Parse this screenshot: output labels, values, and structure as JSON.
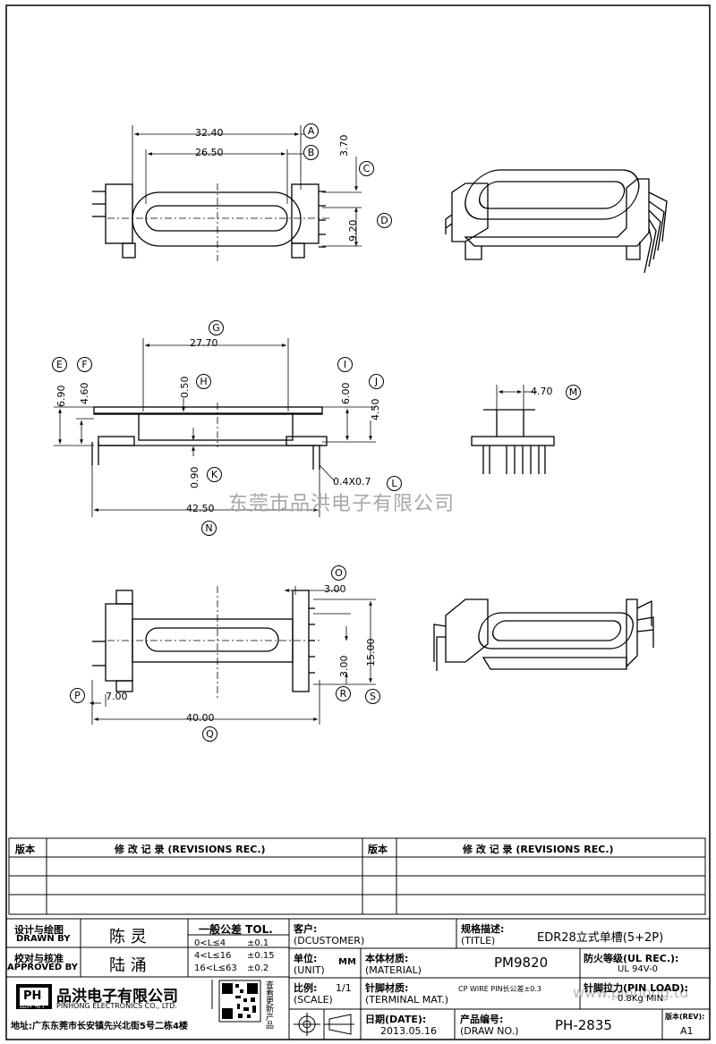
{
  "dims": {
    "a": "32.40",
    "b": "26.50",
    "c": "3.70",
    "d": "9.20",
    "g": "27.70",
    "e": "6.90",
    "f": "4.60",
    "h": "0.50",
    "i": "6.00",
    "j": "4.50",
    "k": "0.90",
    "l": "0.4X0.7",
    "n": "42.50",
    "m": "4.70",
    "o": "3.00",
    "r": "3.00",
    "s": "15.00",
    "p": "7.00",
    "q": "40.00"
  },
  "markers": [
    "A",
    "B",
    "C",
    "D",
    "E",
    "F",
    "G",
    "H",
    "I",
    "J",
    "K",
    "L",
    "M",
    "N",
    "O",
    "P",
    "Q",
    "R",
    "S"
  ],
  "watermark": "东莞市品洪电子有限公司",
  "watermark_url": "www.pinhong.td",
  "revisions": {
    "col1": "版本",
    "col2": "修 改 记 录 (REVISIONS REC.)",
    "col3": "版本",
    "col4": "修 改 记 录 (REVISIONS REC.)"
  },
  "title_block": {
    "drawn_by_label": "设计与绘图",
    "drawn_by_label_en": "DRAWN BY",
    "drawn_by": "陈 灵",
    "approved_by_label": "校对与核准",
    "approved_by_label_en": "APPROVED BY",
    "approved_by": "陆 涌",
    "tol_title": "一般公差 TOL.",
    "tol_rows": [
      {
        "range": "0<L≤4",
        "tol": "±0.1"
      },
      {
        "range": "4<L≤16",
        "tol": "±0.15"
      },
      {
        "range": "16<L≤63",
        "tol": "±0.2"
      }
    ],
    "customer_label": "客户:",
    "customer_label_en": "(DCUSTOMER)",
    "spec_label": "规格描述:",
    "spec_label_en": "(TITLE)",
    "spec_value": "EDR28立式单槽(5+2P)",
    "unit_label": "单位:",
    "unit_label_en": "(UNIT)",
    "unit_value": "MM",
    "material_label": "本体材质:",
    "material_label_en": "(MATERIAL)",
    "material_value": "PM9820",
    "fire_label": "防火等级(UL REC.):",
    "fire_value": "UL 94V-0",
    "scale_label": "比例:",
    "scale_label_en": "(SCALE)",
    "scale_value": "1/1",
    "terminal_label": "针脚材质:",
    "terminal_label_en": "(TERMINAL MAT.)",
    "terminal_value": "CP WIRE PIN长公差±0.3",
    "pin_load_label": "针脚拉力(PIN LOAD):",
    "pin_load_value": "0.8Kg MIN",
    "date_label": "日期(DATE):",
    "date_value": "2013.05.16",
    "draw_no_label": "产品编号:",
    "draw_no_label_en": "(DRAW NO.)",
    "draw_no_value": "PH-2835",
    "rev_label": "版本(REV):",
    "rev_value": "A1",
    "company_cn": "品洪电子有限公司",
    "company_en": "PINHONG ELECTRONICS CO., LTD.",
    "address": "地址:广东东莞市长安镇先兴北街5号二栋4楼",
    "logo": "PH",
    "logo_sub": "品洪 电子",
    "qr_caption": "查看更新产品"
  }
}
